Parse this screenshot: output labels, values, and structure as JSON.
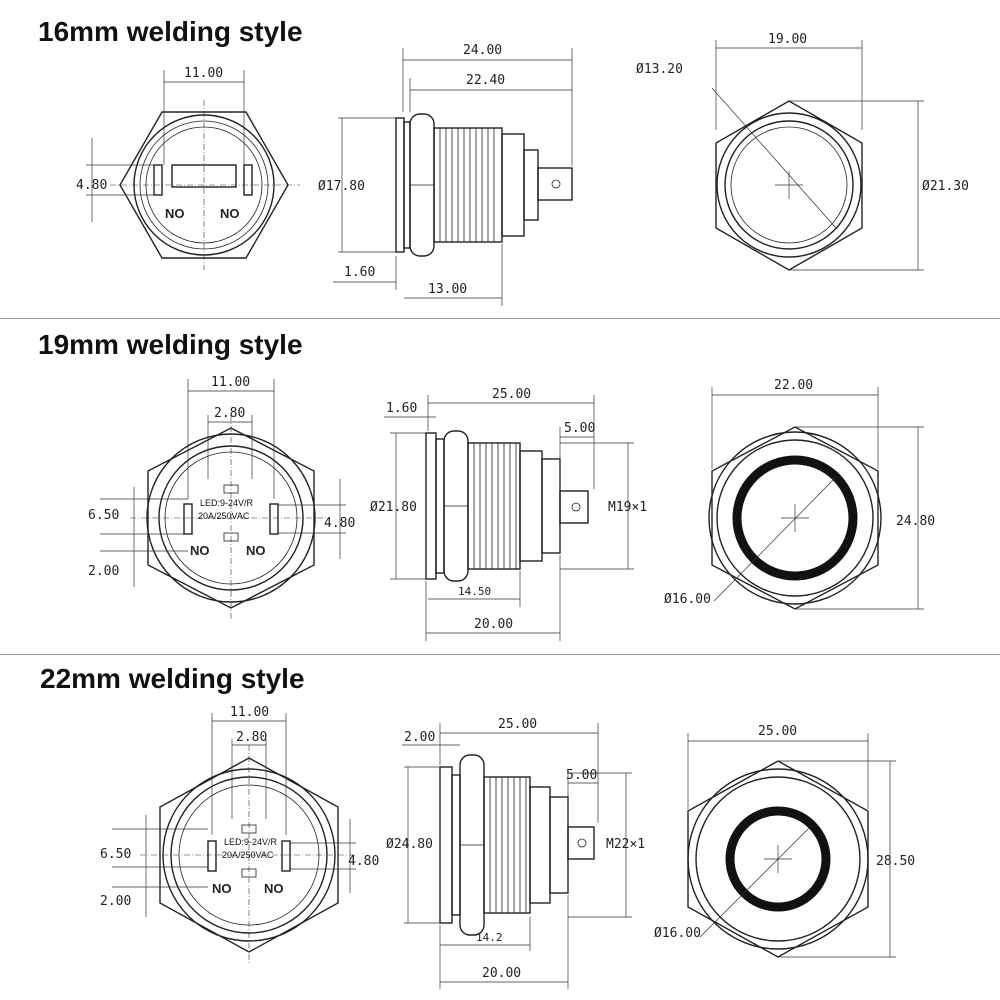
{
  "sections": [
    {
      "title": "16mm welding style",
      "back": {
        "width": "11.00",
        "height": "4.80",
        "contact_1": "NO",
        "contact_2": "NO"
      },
      "side": {
        "length": "24.00",
        "body": "22.40",
        "diameter": "Ø17.80",
        "flange": "1.60",
        "thread": "13.00"
      },
      "front": {
        "width": "19.00",
        "button": "Ø13.20",
        "height": "Ø21.30"
      }
    },
    {
      "title": "19mm welding style",
      "back": {
        "width": "11.00",
        "gap": "2.80",
        "height_left": "6.50",
        "offset": "2.00",
        "height_right": "4.80",
        "contact_1": "NO",
        "contact_2": "NO",
        "led_line1": "LED:9-24V/R",
        "led_line2": "20A/250VAC"
      },
      "side": {
        "length": "25.00",
        "flange": "1.60",
        "terminal": "5.00",
        "diameter": "Ø21.80",
        "thread_spec": "M19×1",
        "thread": "14.50",
        "body": "20.00"
      },
      "front": {
        "width": "22.00",
        "height": "24.80",
        "ring": "Ø16.00"
      }
    },
    {
      "title": "22mm welding style",
      "back": {
        "width": "11.00",
        "gap": "2.80",
        "height_left": "6.50",
        "offset": "2.00",
        "height_right": "4.80",
        "contact_1": "NO",
        "contact_2": "NO",
        "led_line1": "LED:9-24V/R",
        "led_line2": "20A/250VAC"
      },
      "side": {
        "length": "25.00",
        "flange": "2.00",
        "terminal": "5.00",
        "diameter": "Ø24.80",
        "thread_spec": "M22×1",
        "thread": "14.2",
        "body": "20.00"
      },
      "front": {
        "width": "25.00",
        "height": "28.50",
        "ring": "Ø16.00"
      }
    }
  ]
}
